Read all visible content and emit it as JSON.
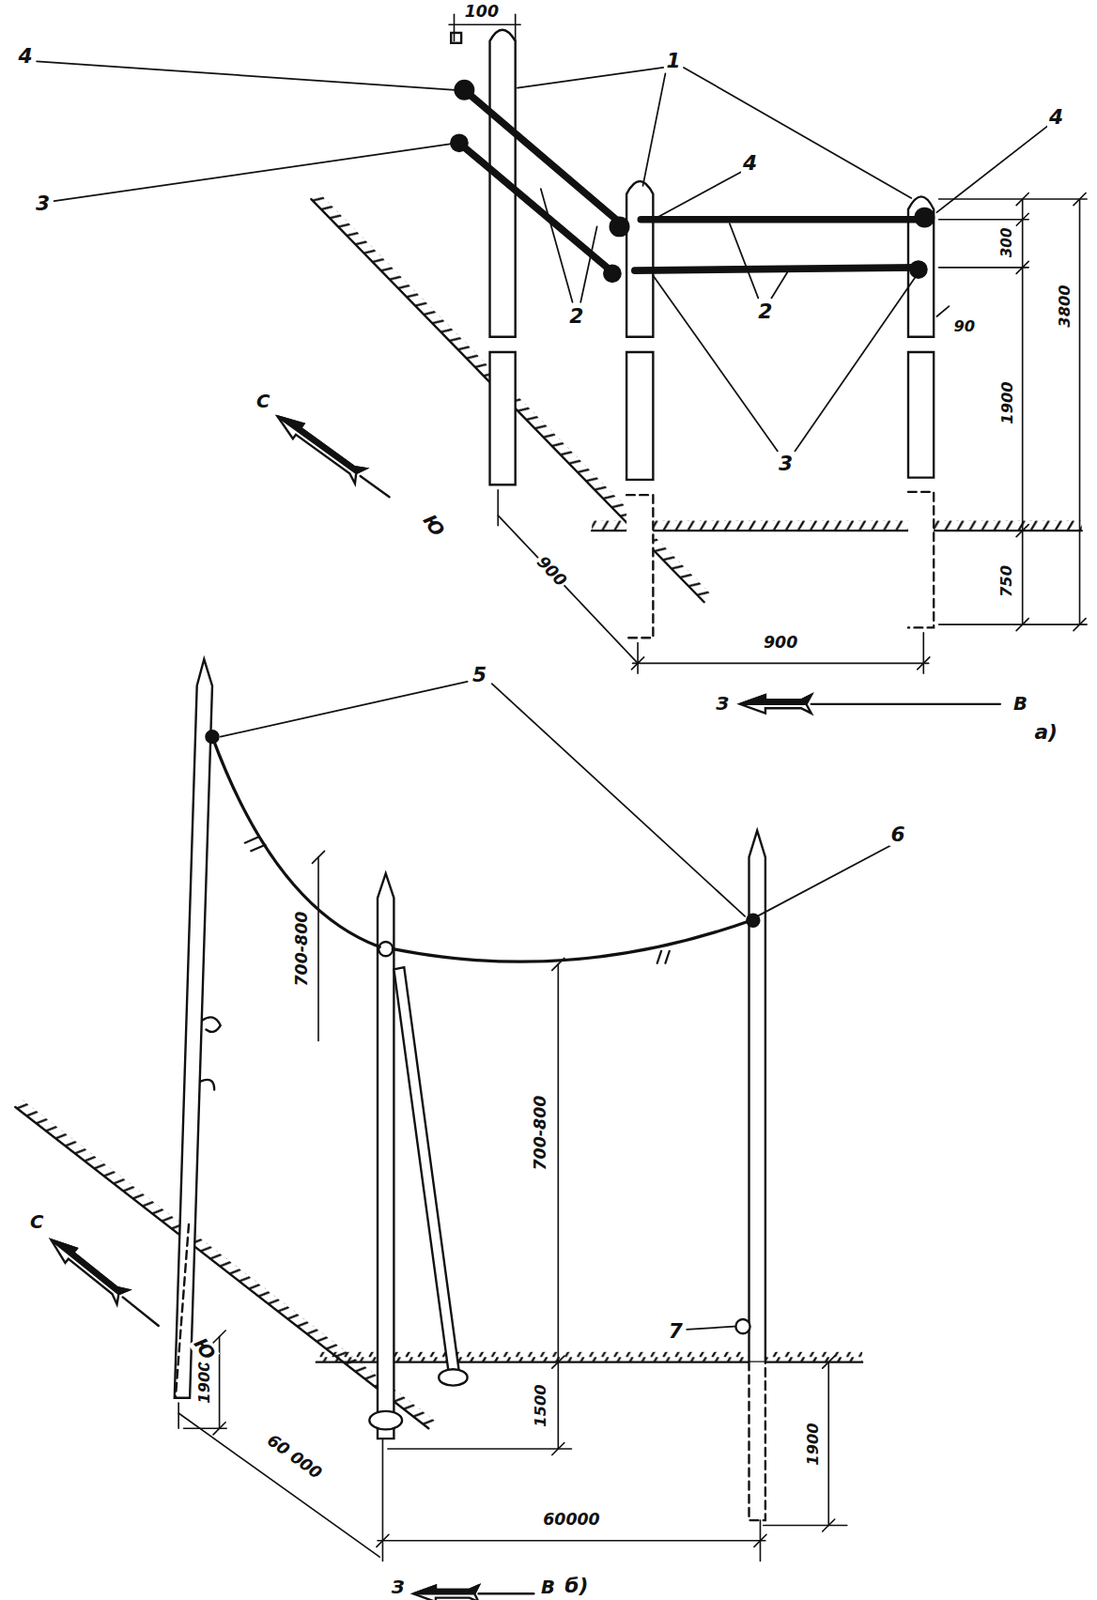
{
  "diagram": {
    "labels": [
      "100",
      "4",
      "3",
      "1",
      "4",
      "4",
      "2",
      "2",
      "3",
      "300",
      "90",
      "1900",
      "3800",
      "750",
      "900",
      "900",
      "С",
      "Ю",
      "З",
      "В",
      "а)",
      "5",
      "6",
      "700-800",
      "700-800",
      "1900",
      "60 000",
      "1500",
      "7",
      "1900",
      "60000",
      "С",
      "Ю",
      "З",
      "В",
      "б)"
    ]
  }
}
